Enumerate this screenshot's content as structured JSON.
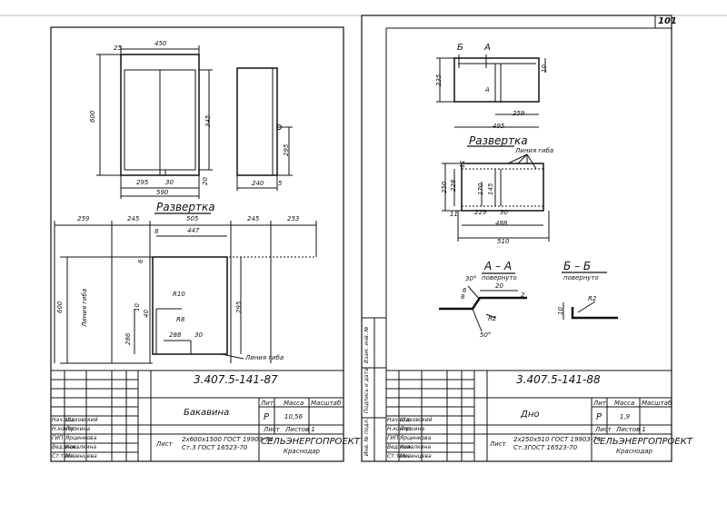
{
  "page_number": "101",
  "left": {
    "top_view": {
      "d450": "450",
      "d25": "25",
      "d600": "600",
      "d345": "345",
      "d295": "295",
      "d30": "30",
      "d590": "590",
      "d20": "20",
      "d295b": "295",
      "d240": "240",
      "d5": "5"
    },
    "razvertka_title": "Развертка",
    "dev": {
      "d259": "259",
      "d245a": "245",
      "d505": "505",
      "d245b": "245",
      "d253": "253",
      "d447": "447",
      "d6": "6",
      "d8": "8",
      "d10": "10",
      "d40": "40",
      "d295": "295",
      "d600": "600",
      "d286": "286",
      "d30": "30",
      "d288": "288",
      "r10": "R10",
      "r8": "R8",
      "fold_label": "Линия гиба",
      "side_label": "Линия гиба"
    },
    "stamp": {
      "code": "3.407.5-141-87",
      "name": "Бакавина",
      "lit_label": "Лит.",
      "massa_label": "Масса",
      "masshtab_label": "Масштаб",
      "lit_value": "Р",
      "massa_value": "10,56",
      "sheet_label": "Лист",
      "sheets_label": "Листов 1",
      "material_line1": "2x600x1500 ГОСТ 19903-74",
      "material_line2": "Ст.3 ГОСТ 16523-70",
      "material_prefix": "Лист",
      "org": "СЕЛЬЭНЕРГОПРОЕКТ",
      "city": "Краснодар",
      "roles": [
        {
          "role": "Нач.отд.",
          "name": "Шаховский"
        },
        {
          "role": "Н.контр.",
          "name": "Ляпкина"
        },
        {
          "role": "ГИП",
          "name": "Ярцинкова"
        },
        {
          "role": "Вед.инж.",
          "name": "Ковалкина"
        },
        {
          "role": "Ст.техн.",
          "name": "Мезенцева"
        }
      ]
    }
  },
  "right": {
    "top_view": {
      "b": "Б",
      "a": "А",
      "d235": "235",
      "d10": "10",
      "d259": "259",
      "d495": "495",
      "a_label": "А"
    },
    "razvertka_title": "Развертка",
    "fold_label": "Линия гиба",
    "dev": {
      "d250": "250",
      "d228": "228",
      "d11": "11",
      "d170": "170",
      "d145": "145",
      "d229": "229",
      "d30": "30",
      "d488": "488",
      "d510": "510",
      "d11b": "11"
    },
    "sec_a": {
      "title": "А – А",
      "sub": "повернуто",
      "d30": "30°",
      "d20": "20",
      "d6": "6",
      "d8": "8",
      "d2": "2",
      "r2": "R2",
      "d50": "50°"
    },
    "sec_b": {
      "title": "Б – Б",
      "sub": "повернуто",
      "r2": "R2",
      "d10": "10"
    },
    "stamp": {
      "code": "3.407.5-141-88",
      "name": "Дно",
      "lit_label": "Лит.",
      "massa_label": "Масса",
      "masshtab_label": "Масштаб",
      "lit_value": "Р",
      "massa_value": "1,9",
      "sheet_label": "Лист",
      "sheets_label": "Листов 1",
      "material_line1": "2x250x510 ГОСТ 19903-74",
      "material_line2": "Ст.3ГОСТ 16523-70",
      "material_prefix": "Лист",
      "org": "СЕЛЬЭНЕРГОПРОЕКТ",
      "city": "Краснодар",
      "roles": [
        {
          "role": "Нач.отд.",
          "name": "Шаховский"
        },
        {
          "role": "Н.контр.",
          "name": "Ляпкина"
        },
        {
          "role": "ГИП",
          "name": "Ярцинкова"
        },
        {
          "role": "Вед.инж.",
          "name": "Ковалкина"
        },
        {
          "role": "Ст.техн.",
          "name": "Мезенцева"
        }
      ]
    }
  },
  "side_strip": [
    "Инв. № подл.",
    "Подпись и дата",
    "Взам. инв. №"
  ]
}
